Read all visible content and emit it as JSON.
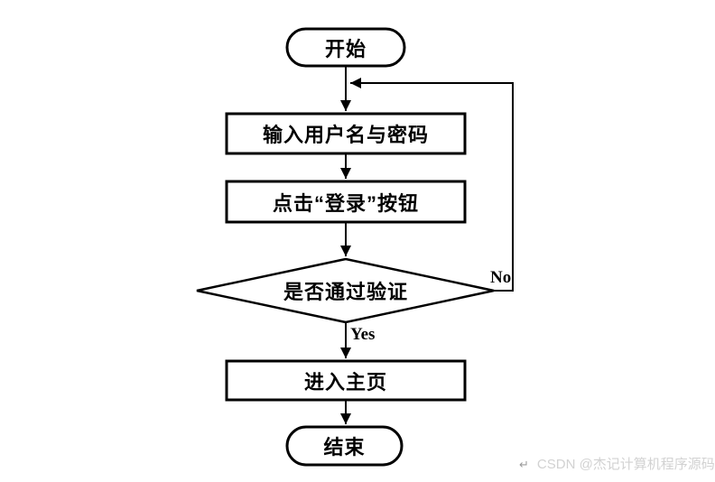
{
  "window": {
    "background": "#ffffff"
  },
  "flowchart": {
    "stroke_color": "#000000",
    "fill_color": "#ffffff",
    "nodes": [
      {
        "id": "start",
        "type": "terminator",
        "label": "开始"
      },
      {
        "id": "input-credentials",
        "type": "process",
        "label": "输入用户名与密码"
      },
      {
        "id": "click-login",
        "type": "process",
        "label": "点击“登录”按钮"
      },
      {
        "id": "verify-check",
        "type": "decision",
        "label": "是否通过验证"
      },
      {
        "id": "enter-home",
        "type": "process",
        "label": "进入主页"
      },
      {
        "id": "end",
        "type": "terminator",
        "label": "结束"
      }
    ],
    "edges": [
      {
        "from": "start",
        "to": "input-credentials",
        "label": ""
      },
      {
        "from": "input-credentials",
        "to": "click-login",
        "label": ""
      },
      {
        "from": "click-login",
        "to": "verify-check",
        "label": ""
      },
      {
        "from": "verify-check",
        "to": "enter-home",
        "label": "Yes"
      },
      {
        "from": "verify-check",
        "to": "input-credentials",
        "label": "No"
      },
      {
        "from": "enter-home",
        "to": "end",
        "label": ""
      }
    ]
  },
  "watermark": {
    "return_icon": "↵",
    "text": "CSDN @杰记计算机程序源码"
  }
}
